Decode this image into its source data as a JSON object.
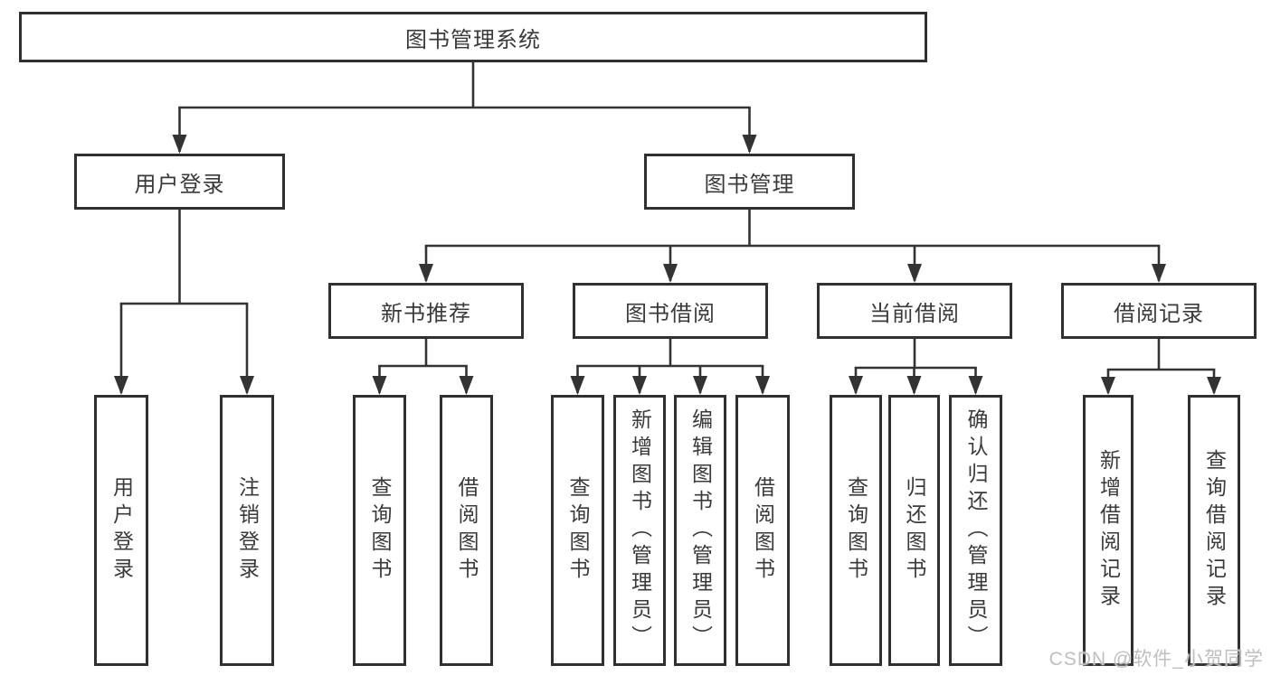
{
  "diagram": {
    "type": "hierarchy",
    "nodes": {
      "root": {
        "label": "图书管理系统"
      },
      "user_login": {
        "label": "用户登录"
      },
      "book_mgmt": {
        "label": "图书管理"
      },
      "new_books": {
        "label": "新书推荐"
      },
      "borrowing": {
        "label": "图书借阅"
      },
      "current": {
        "label": "当前借阅"
      },
      "records": {
        "label": "借阅记录"
      },
      "leaf_login": {
        "label": "用户登录"
      },
      "leaf_logout": {
        "label": "注销登录"
      },
      "leaf_nb_query": {
        "label": "查询图书"
      },
      "leaf_nb_borrow": {
        "label": "借阅图书"
      },
      "leaf_bw_query": {
        "label": "查询图书"
      },
      "leaf_bw_add": {
        "label": "新增图书（管理员）"
      },
      "leaf_bw_edit": {
        "label": "编辑图书（管理员）"
      },
      "leaf_bw_borrow": {
        "label": "借阅图书"
      },
      "leaf_cur_query": {
        "label": "查询图书"
      },
      "leaf_cur_return": {
        "label": "归还图书"
      },
      "leaf_cur_confirm": {
        "label": "确认归还（管理员）"
      },
      "leaf_rec_add": {
        "label": "新增借阅记录"
      },
      "leaf_rec_query": {
        "label": "查询借阅记录"
      }
    }
  },
  "watermark": "CSDN @软件_小贺同学",
  "colors": {
    "line": "#333333",
    "box_border": "#303030",
    "text": "#3a3a3a",
    "watermark": "#bfbfbf",
    "background": "#ffffff"
  }
}
